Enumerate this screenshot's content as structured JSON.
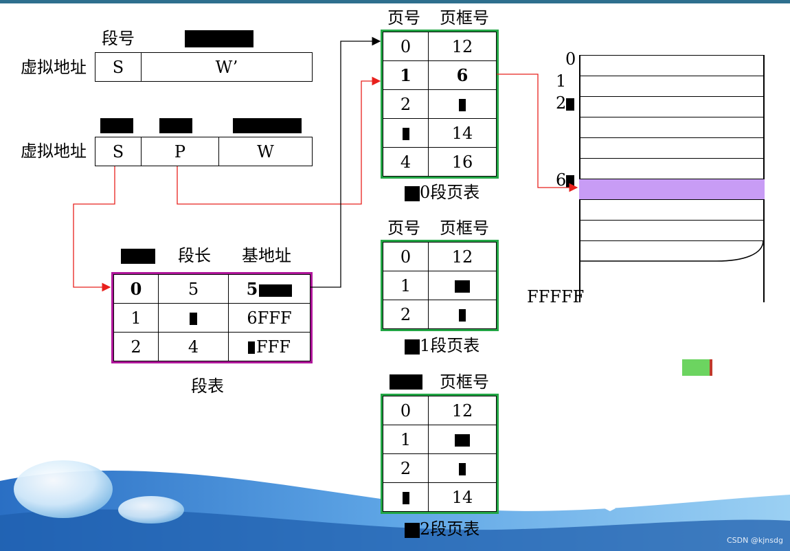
{
  "addr1": {
    "title": "虚拟地址",
    "col_seg": "段号",
    "cell_s": "S",
    "cell_w": "W’"
  },
  "addr2": {
    "title": "虚拟地址",
    "cell_s": "S",
    "cell_p": "P",
    "cell_w": "W"
  },
  "segment_table": {
    "headers": [
      "",
      "段长",
      "基地址"
    ],
    "rows": [
      {
        "idx": "0",
        "len": "5",
        "base": "5"
      },
      {
        "idx": "1",
        "len": "",
        "base": "6FFF"
      },
      {
        "idx": "2",
        "len": "4",
        "base": "FFF"
      }
    ],
    "caption": "段表"
  },
  "page_table_0": {
    "headers": [
      "页号",
      "页框号"
    ],
    "rows": [
      [
        "0",
        "12"
      ],
      [
        "1",
        "6"
      ],
      [
        "2",
        ""
      ],
      [
        "",
        "14"
      ],
      [
        "4",
        "16"
      ]
    ],
    "caption": "0段页表"
  },
  "page_table_1": {
    "headers": [
      "页号",
      "页框号"
    ],
    "rows": [
      [
        "0",
        "12"
      ],
      [
        "1",
        ""
      ],
      [
        "2",
        ""
      ]
    ],
    "caption": "1段页表"
  },
  "page_table_2": {
    "headers": [
      "",
      "页框号"
    ],
    "rows": [
      [
        "0",
        "12"
      ],
      [
        "1",
        ""
      ],
      [
        "2",
        ""
      ],
      [
        "",
        "14"
      ]
    ],
    "caption": "2段页表"
  },
  "memory": {
    "labels": [
      "0",
      "1",
      "2",
      "6",
      "FFFFF"
    ],
    "highlight_color": "#c89cf5"
  },
  "colors": {
    "green": "#22a645",
    "magenta": "#b0179b",
    "arrow_red": "#e8201c"
  },
  "watermark": "CSDN @kjnsdg"
}
